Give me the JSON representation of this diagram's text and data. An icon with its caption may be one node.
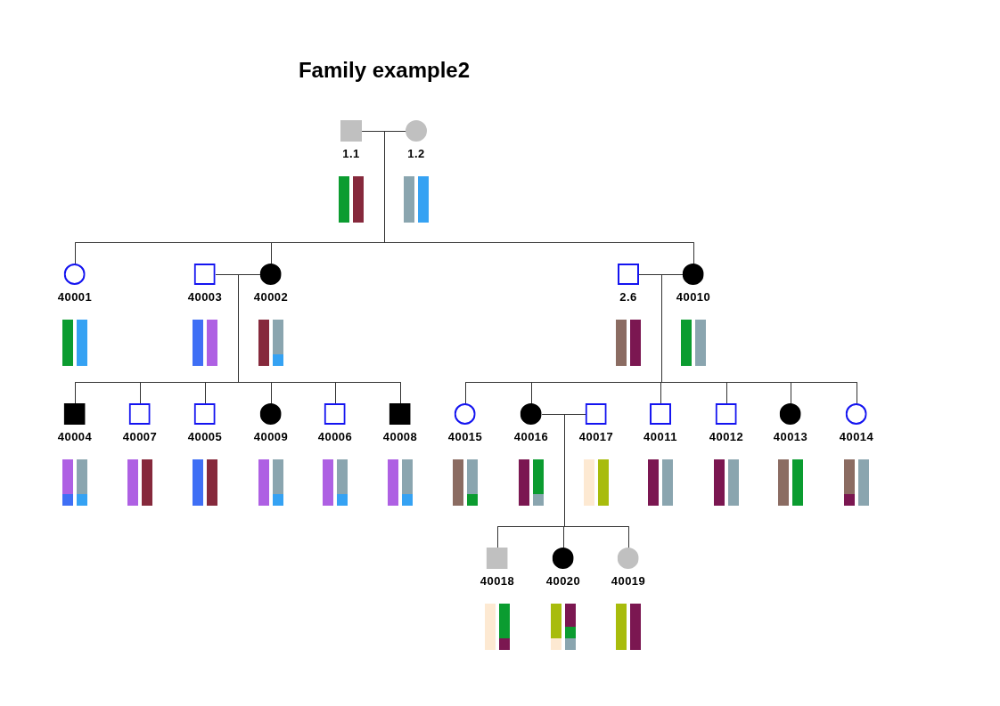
{
  "diagram": {
    "title": "Family example2",
    "nodes": [
      {
        "text": [
          "1.1"
        ]
      },
      {
        "text": [
          "1.2"
        ]
      },
      {
        "text": [
          "40001"
        ]
      },
      {
        "text": [
          "40003"
        ]
      },
      {
        "text": [
          "40002"
        ]
      },
      {
        "text": [
          "2.6"
        ]
      },
      {
        "text": [
          "40010"
        ]
      },
      {
        "text": [
          "40004"
        ]
      },
      {
        "text": [
          "40007"
        ]
      },
      {
        "text": [
          "40005"
        ]
      },
      {
        "text": [
          "40009"
        ]
      },
      {
        "text": [
          "40006"
        ]
      },
      {
        "text": [
          "40008"
        ]
      },
      {
        "text": [
          "40015"
        ]
      },
      {
        "text": [
          "40016"
        ]
      },
      {
        "text": [
          "40017"
        ]
      },
      {
        "text": [
          "40011"
        ]
      },
      {
        "text": [
          "40012"
        ]
      },
      {
        "text": [
          "40013"
        ]
      },
      {
        "text": [
          "40014"
        ]
      },
      {
        "text": [
          "40018"
        ]
      },
      {
        "text": [
          "40020"
        ]
      },
      {
        "text": [
          "40019"
        ]
      }
    ],
    "edges": [
      {
        "from": 0,
        "to": 1,
        "arrow": "none"
      },
      {
        "from": 0,
        "to": 2,
        "arrow": "none"
      },
      {
        "from": 1,
        "to": 2,
        "arrow": "none"
      },
      {
        "from": 0,
        "to": 4,
        "arrow": "none"
      },
      {
        "from": 1,
        "to": 4,
        "arrow": "none"
      },
      {
        "from": 0,
        "to": 6,
        "arrow": "none"
      },
      {
        "from": 1,
        "to": 6,
        "arrow": "none"
      },
      {
        "from": 3,
        "to": 4,
        "arrow": "none"
      },
      {
        "from": 3,
        "to": 7,
        "arrow": "none"
      },
      {
        "from": 4,
        "to": 7,
        "arrow": "none"
      },
      {
        "from": 3,
        "to": 8,
        "arrow": "none"
      },
      {
        "from": 4,
        "to": 8,
        "arrow": "none"
      },
      {
        "from": 3,
        "to": 9,
        "arrow": "none"
      },
      {
        "from": 4,
        "to": 9,
        "arrow": "none"
      },
      {
        "from": 3,
        "to": 10,
        "arrow": "none"
      },
      {
        "from": 4,
        "to": 10,
        "arrow": "none"
      },
      {
        "from": 3,
        "to": 11,
        "arrow": "none"
      },
      {
        "from": 4,
        "to": 11,
        "arrow": "none"
      },
      {
        "from": 3,
        "to": 12,
        "arrow": "none"
      },
      {
        "from": 4,
        "to": 12,
        "arrow": "none"
      },
      {
        "from": 5,
        "to": 6,
        "arrow": "none"
      },
      {
        "from": 5,
        "to": 13,
        "arrow": "none"
      },
      {
        "from": 6,
        "to": 13,
        "arrow": "none"
      },
      {
        "from": 5,
        "to": 14,
        "arrow": "none"
      },
      {
        "from": 6,
        "to": 14,
        "arrow": "none"
      },
      {
        "from": 5,
        "to": 16,
        "arrow": "none"
      },
      {
        "from": 6,
        "to": 16,
        "arrow": "none"
      },
      {
        "from": 5,
        "to": 17,
        "arrow": "none"
      },
      {
        "from": 6,
        "to": 17,
        "arrow": "none"
      },
      {
        "from": 5,
        "to": 18,
        "arrow": "none"
      },
      {
        "from": 6,
        "to": 18,
        "arrow": "none"
      },
      {
        "from": 5,
        "to": 19,
        "arrow": "none"
      },
      {
        "from": 6,
        "to": 19,
        "arrow": "none"
      },
      {
        "from": 14,
        "to": 15,
        "arrow": "none"
      },
      {
        "from": 14,
        "to": 20,
        "arrow": "none"
      },
      {
        "from": 15,
        "to": 20,
        "arrow": "none"
      },
      {
        "from": 14,
        "to": 21,
        "arrow": "none"
      },
      {
        "from": 15,
        "to": 21,
        "arrow": "none"
      },
      {
        "from": 14,
        "to": 22,
        "arrow": "none"
      },
      {
        "from": 15,
        "to": 22,
        "arrow": "none"
      }
    ]
  }
}
